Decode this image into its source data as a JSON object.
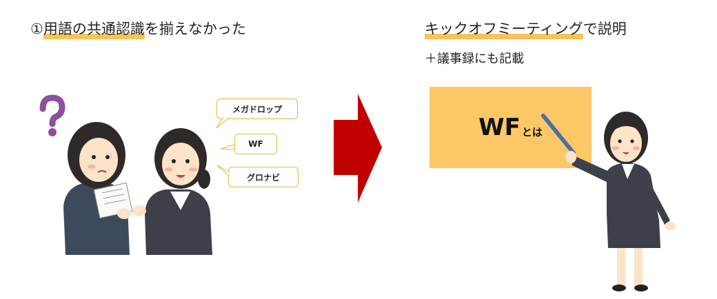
{
  "left_heading": {
    "number": "①",
    "highlight": "用語の共通認識",
    "rest": "を揃えなかった"
  },
  "right_heading": {
    "highlight": "キックオフミーティング",
    "rest": "で説明"
  },
  "right_subheading": "＋議事録にも記載",
  "bubbles": [
    "メガドロップ",
    "WF",
    "グロナビ"
  ],
  "board": {
    "main": "WF",
    "sub": "とは"
  },
  "colors": {
    "highlight": "#f7c35a",
    "arrow": "#c00000",
    "board": "#fcc866"
  }
}
